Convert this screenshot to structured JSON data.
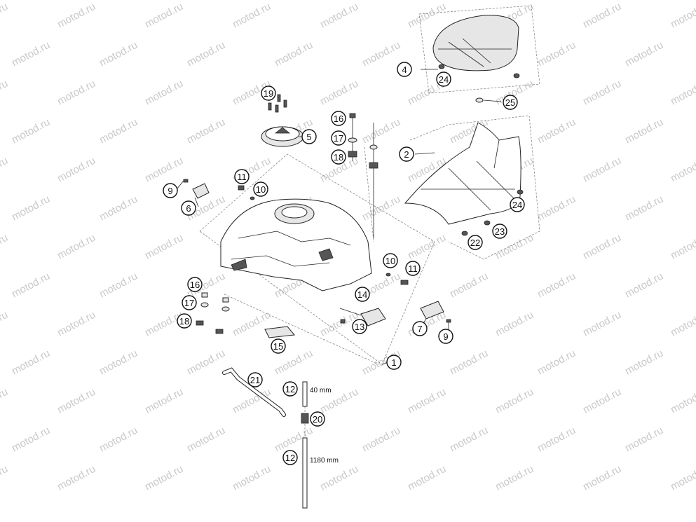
{
  "watermark": "motod.ru",
  "callouts": [
    {
      "id": "c1",
      "label": "1"
    },
    {
      "id": "c2",
      "label": "2"
    },
    {
      "id": "c4",
      "label": "4"
    },
    {
      "id": "c5",
      "label": "5"
    },
    {
      "id": "c6",
      "label": "6"
    },
    {
      "id": "c7",
      "label": "7"
    },
    {
      "id": "c9a",
      "label": "9"
    },
    {
      "id": "c9b",
      "label": "9"
    },
    {
      "id": "c10a",
      "label": "10"
    },
    {
      "id": "c10b",
      "label": "10"
    },
    {
      "id": "c11a",
      "label": "11"
    },
    {
      "id": "c11b",
      "label": "11"
    },
    {
      "id": "c12a",
      "label": "12"
    },
    {
      "id": "c12b",
      "label": "12"
    },
    {
      "id": "c13",
      "label": "13"
    },
    {
      "id": "c14",
      "label": "14"
    },
    {
      "id": "c15",
      "label": "15"
    },
    {
      "id": "c16a",
      "label": "16"
    },
    {
      "id": "c16b",
      "label": "16"
    },
    {
      "id": "c17a",
      "label": "17"
    },
    {
      "id": "c17b",
      "label": "17"
    },
    {
      "id": "c18a",
      "label": "18"
    },
    {
      "id": "c18b",
      "label": "18"
    },
    {
      "id": "c19",
      "label": "19"
    },
    {
      "id": "c20",
      "label": "20"
    },
    {
      "id": "c21",
      "label": "21"
    },
    {
      "id": "c22",
      "label": "22"
    },
    {
      "id": "c23",
      "label": "23"
    },
    {
      "id": "c24a",
      "label": "24"
    },
    {
      "id": "c24b",
      "label": "24"
    },
    {
      "id": "c25",
      "label": "25"
    }
  ],
  "dimensions": {
    "short_hose": "40 mm",
    "long_hose": "1180 mm"
  }
}
